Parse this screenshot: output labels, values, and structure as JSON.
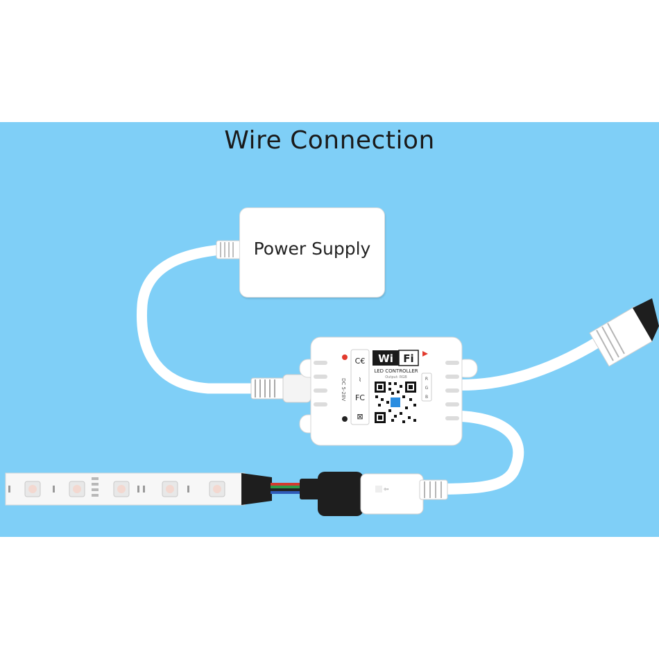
{
  "title": "Wire Connection",
  "power_supply": {
    "label": "Power Supply"
  },
  "controller": {
    "wifi_left": "Wi",
    "wifi_right": "Fi",
    "name": "LED CONTROLLER",
    "output": "Output: RGB",
    "voltage": "DC 5-28V",
    "certifications": [
      "CE",
      "RoHS",
      "FC",
      "WEEE"
    ],
    "channels": [
      "R",
      "G",
      "B"
    ]
  },
  "colors": {
    "background_panel": "#7fcff7",
    "wire": "#ffffff",
    "connector_black": "#1e1e1e",
    "wire_red": "#d43a2f",
    "wire_green": "#2e9a4a",
    "wire_blue": "#2f5bb8"
  }
}
